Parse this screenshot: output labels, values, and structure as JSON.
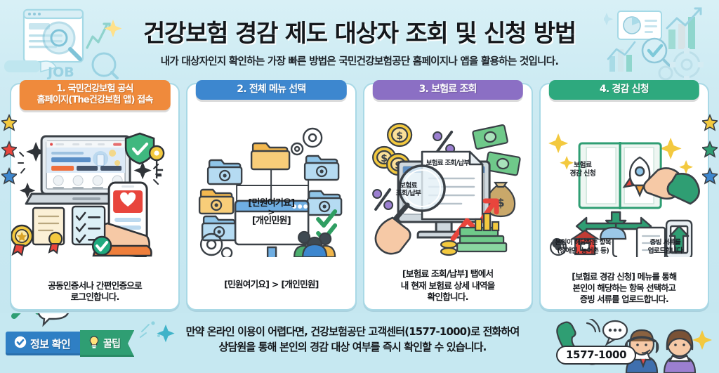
{
  "header": {
    "title": "건강보험 경감 제도 대상자 조회 및 신청 방법",
    "subtitle": "내가 대상자인지 확인하는 가장 빠른 방법은 국민건강보험공단 홈페이지나 앱을 활용하는 것입니다.",
    "deco_left_icon": "job-search-icon",
    "deco_left_label": "JOB",
    "deco_right_icon": "analytics-gear-icon"
  },
  "panels": [
    {
      "header_lines": [
        "1. 국민건강보험 공식",
        "홈페이지(The건강보험 앱) 접속"
      ],
      "header_color": "#ef8a3c",
      "art_icon": "laptop-smartphone-login-illustration",
      "caption": "공동인증서나 간편인증으로\n로그인합니다.",
      "caption_line1": "공동인증서나 간편인증으로",
      "caption_line2": "로그인합니다."
    },
    {
      "header_lines": [
        "2. 전체 메뉴 선택"
      ],
      "header_color": "#3d87cf",
      "art_icon": "folder-menu-tree-illustration",
      "window_line1": "[민원여기요]",
      "window_line2": ">",
      "window_line3": "[개인민원]",
      "caption": "[민원여기요] > [개인민원]",
      "caption_line1": "[민원여기요] > [개인민원]",
      "caption_line2": ""
    },
    {
      "header_lines": [
        "3. 보험료 조회"
      ],
      "header_color": "#8b6fc4",
      "art_icon": "monitor-magnifier-money-illustration",
      "document_label": "보험료 조회/납부",
      "magnifier_label_line1": "보험료",
      "magnifier_label_line2": "조회/납부",
      "caption": "[보험료 조회/납부] 탭에서 내 현재 보험료 상세 내역을 확인합니다.",
      "caption_line1": "[보험료 조회/납부] 탭에서",
      "caption_line2": "내 현재 보험료 상세 내역을",
      "caption_line3": "확인합니다."
    },
    {
      "header_lines": [
        "4. 경감 신청"
      ],
      "header_color": "#2ea97e",
      "art_icon": "open-book-hand-rocket-illustration",
      "book_label_line1": "보험료",
      "book_label_line2": "경감 신청",
      "sub_labels": [
        {
          "line1": "본인이 해당하는 항목",
          "line2": "(장애인, 농어촌 등)",
          "icon": "wheelchair-farm-umbrella-icon"
        },
        {
          "line1": "증빙 서류를",
          "line2": "업로드합니다",
          "icon": "document-upload-phone-icon"
        }
      ],
      "caption_line1": "[보험료 경감 신청] 메뉴를 통해",
      "caption_line2": "본인이 해당하는 항목 선택하고",
      "caption_line3": "증빙 서류를 업로드합니다."
    }
  ],
  "footer": {
    "badge_info": "정보 확인",
    "badge_info_icon": "check-circle-icon",
    "badge_tip": "꿀팁",
    "badge_tip_icon": "lightbulb-icon",
    "text_line1": "만약 온라인 이용이 어렵다면, 건강보험공단 고객센터(1577-1000)로 전화하여",
    "text_line2": "상담원을 통해 본인의 경감 대상 여부를 즉시 확인할 수 있습니다.",
    "phone_number": "1577-1000",
    "phone_icon": "telephone-ringing-icon",
    "agents_icon": "call-center-agents-icon"
  },
  "colors": {
    "background": "#c9e9f1",
    "panel_border": "#a9d9e6",
    "orange": "#ef8a3c",
    "blue": "#3d87cf",
    "purple": "#8b6fc4",
    "green": "#2ea97e",
    "badge_blue": "#2f7fc4",
    "badge_green": "#2f9e73"
  }
}
